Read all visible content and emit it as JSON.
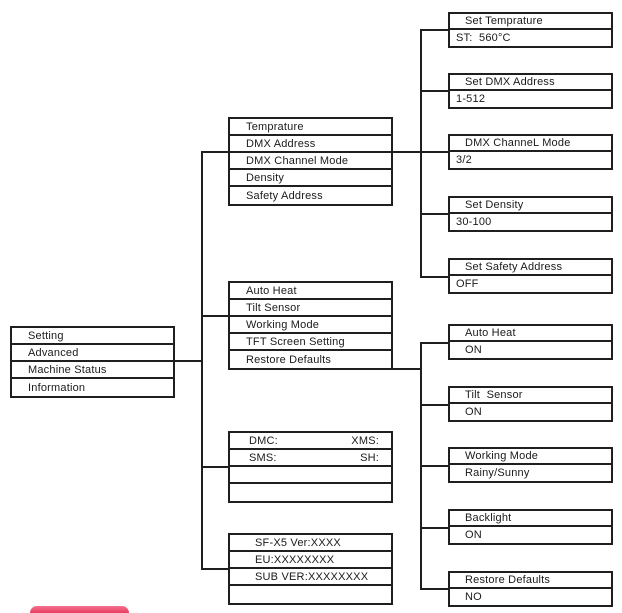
{
  "canvas": {
    "bg": "#ffffff",
    "line_color": "#1f1f1f"
  },
  "root_menu": {
    "items": [
      "Setting",
      "Advanced",
      "Machine Status",
      "Information"
    ]
  },
  "setting_menu": {
    "items": [
      "Temprature",
      "DMX Address",
      "DMX Channel Mode",
      "Density",
      "Safety Address"
    ]
  },
  "advanced_menu": {
    "items": [
      "Auto Heat",
      "Tilt Sensor",
      "Working Mode",
      "TFT Screen Setting",
      "Restore Defaults"
    ]
  },
  "status_box": {
    "row1_left": "DMC:",
    "row1_right": "XMS:",
    "row2_left": "SMS:",
    "row2_right": "SH:"
  },
  "info_box": {
    "rows": [
      "SF-X5 Ver:XXXX",
      "EU:XXXXXXXX",
      "SUB VER:XXXXXXXX"
    ]
  },
  "setting_details": [
    {
      "title": "Set Temprature",
      "value": "ST:  560°C"
    },
    {
      "title": "Set DMX Address",
      "value": "1-512"
    },
    {
      "title": "DMX ChanneL Mode",
      "value": "3/2"
    },
    {
      "title": "Set Density",
      "value": "30-100"
    },
    {
      "title": "Set Safety Address",
      "value": "OFF"
    }
  ],
  "advanced_details": [
    {
      "title": "Auto Heat",
      "value": "ON"
    },
    {
      "title": "Tilt  Sensor",
      "value": "ON"
    },
    {
      "title": "Working Mode",
      "value": "Rainy/Sunny"
    },
    {
      "title": "Backlight",
      "value": "ON"
    },
    {
      "title": "Restore Defaults",
      "value": "NO"
    }
  ],
  "red_button": {
    "color": "#e62e53"
  }
}
